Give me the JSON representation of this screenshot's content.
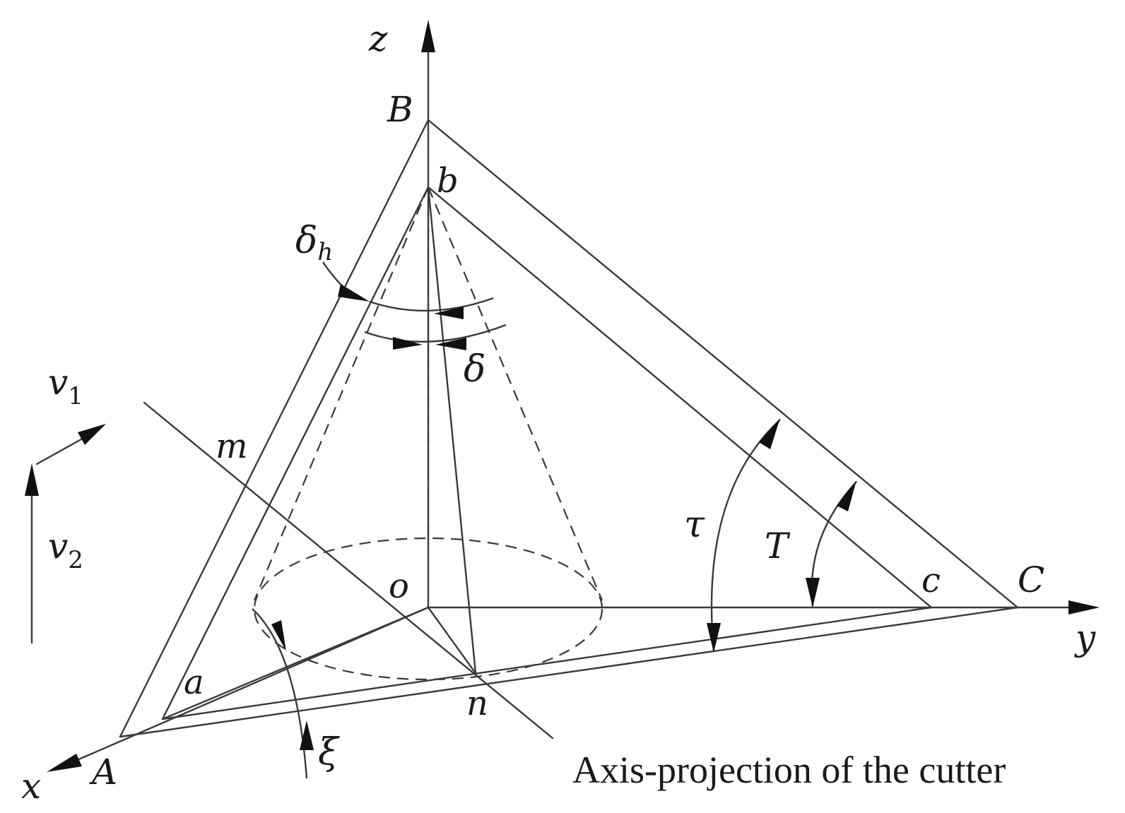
{
  "labels": {
    "axis_z": "z",
    "axis_y": "y",
    "axis_x": "x",
    "pt_B": "B",
    "pt_b": "b",
    "pt_A": "A",
    "pt_a": "a",
    "pt_C": "C",
    "pt_c": "c",
    "pt_o": "o",
    "pt_m": "m",
    "pt_n": "n",
    "v1_base": "v",
    "v1_sub": "1",
    "v2_base": "v",
    "v2_sub": "2",
    "delta_h_base": "δ",
    "delta_h_sub": "h",
    "delta": "δ",
    "tau": "τ",
    "T": "T",
    "xi": "ξ"
  },
  "caption": "Axis-projection of the cutter"
}
